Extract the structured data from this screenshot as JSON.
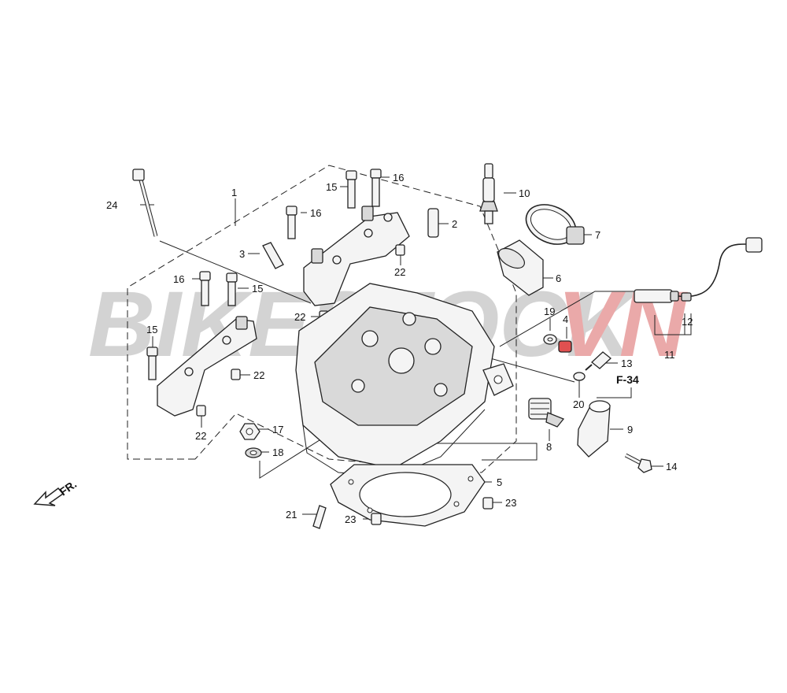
{
  "watermark": {
    "text_main": "BIKESTOCK",
    "text_accent": "VN",
    "main_color": "#cfcfcf",
    "accent_color": "#e8a0a0"
  },
  "direction": {
    "label": "FR."
  },
  "reference": {
    "label": "F-34"
  },
  "callouts": {
    "c1": "1",
    "c2": "2",
    "c3": "3",
    "c4": "4",
    "c5": "5",
    "c6": "6",
    "c7": "7",
    "c8": "8",
    "c9": "9",
    "c10": "10",
    "c11": "11",
    "c12": "12",
    "c13": "13",
    "c14": "14",
    "c15a": "15",
    "c15b": "15",
    "c15c": "15",
    "c16a": "16",
    "c16b": "16",
    "c16c": "16",
    "c17": "17",
    "c18": "18",
    "c19": "19",
    "c20": "20",
    "c21": "21",
    "c22a": "22",
    "c22b": "22",
    "c22c": "22",
    "c22d": "22",
    "c23a": "23",
    "c23b": "23",
    "c24": "24"
  },
  "colors": {
    "line": "#222222",
    "highlight_part": "#e05050"
  }
}
